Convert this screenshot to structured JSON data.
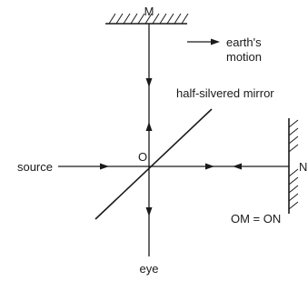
{
  "labels": {
    "mirror_m": "M",
    "mirror_n": "N",
    "origin": "O",
    "earth_motion_line1": "earth's",
    "earth_motion_line2": "motion",
    "half_silvered": "half-silvered mirror",
    "source": "source",
    "eye": "eye",
    "equation": "OM = ON"
  }
}
